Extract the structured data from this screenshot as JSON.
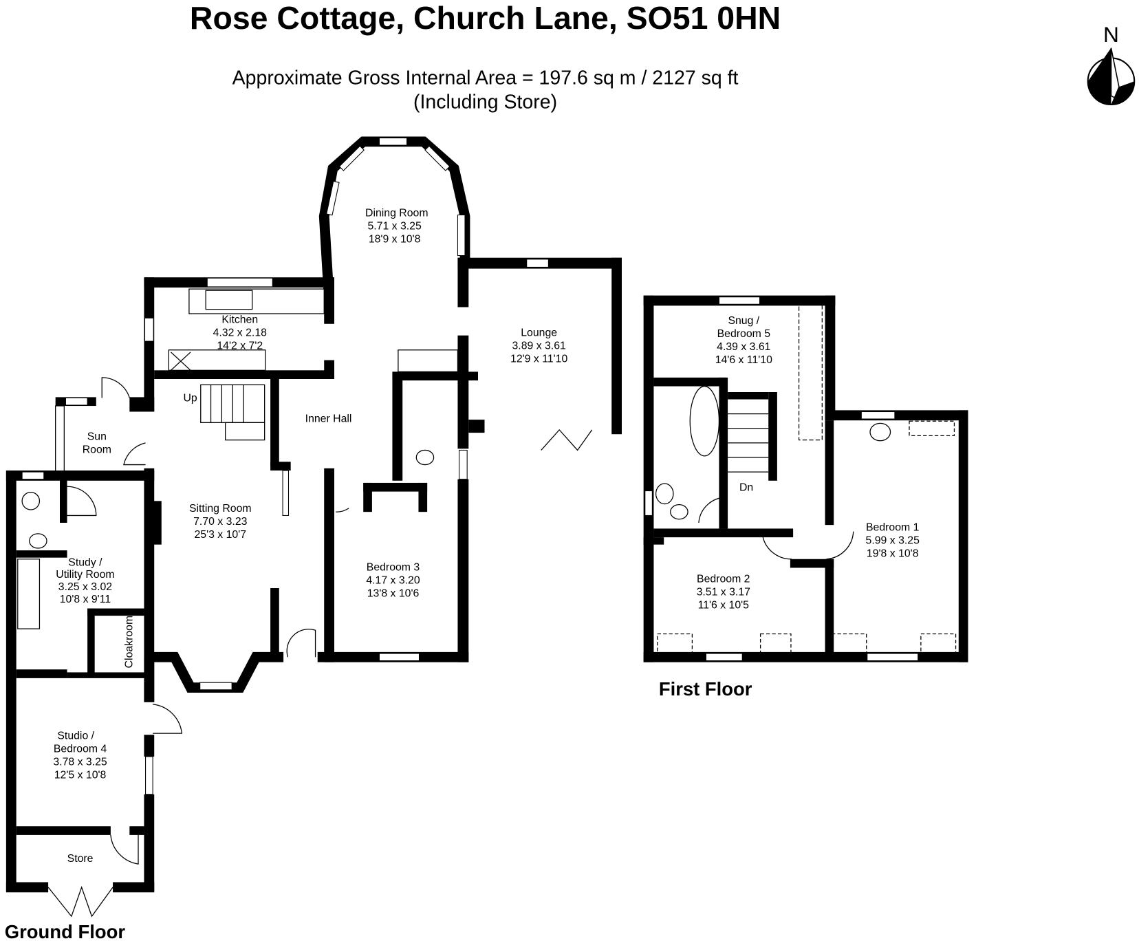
{
  "header": {
    "title": "Rose Cottage, Church Lane, SO51 0HN",
    "area_line": "Approximate Gross Internal Area = 197.6 sq m / 2127 sq ft",
    "area_note": "(Including Store)"
  },
  "compass": {
    "label": "N"
  },
  "ground_floor": {
    "label": "Ground Floor",
    "rooms": [
      {
        "name": "Dining Room",
        "metric": "5.71 x 3.25",
        "imperial": "18'9 x 10'8"
      },
      {
        "name": "Kitchen",
        "metric": "4.32 x 2.18",
        "imperial": "14'2 x 7'2"
      },
      {
        "name": "Lounge",
        "metric": "3.89 x 3.61",
        "imperial": "12'9 x 11'10"
      },
      {
        "name": "Inner Hall"
      },
      {
        "name1": "Sun",
        "name2": "Room"
      },
      {
        "name": "Sitting Room",
        "metric": "7.70 x 3.23",
        "imperial": "25'3 x 10'7"
      },
      {
        "name1": "Study /",
        "name2": "Utility Room",
        "metric": "3.25 x 3.02",
        "imperial": "10'8 x 9'11"
      },
      {
        "name": "Bedroom 3",
        "metric": "4.17 x 3.20",
        "imperial": "13'8 x 10'6"
      },
      {
        "name": "Cloakroom"
      },
      {
        "name1": "Studio /",
        "name2": "Bedroom 4",
        "metric": "3.78 x 3.25",
        "imperial": "12'5 x 10'8"
      },
      {
        "name": "Store"
      }
    ],
    "stairs_label": "Up"
  },
  "first_floor": {
    "label": "First Floor",
    "rooms": [
      {
        "name1": "Snug /",
        "name2": "Bedroom 5",
        "metric": "4.39 x 3.61",
        "imperial": "14'6 x 11'10"
      },
      {
        "name": "Bedroom 1",
        "metric": "5.99 x 3.25",
        "imperial": "19'8 x 10'8"
      },
      {
        "name": "Bedroom 2",
        "metric": "3.51 x 3.17",
        "imperial": "11'6 x 10'5"
      }
    ],
    "stairs_label": "Dn"
  }
}
